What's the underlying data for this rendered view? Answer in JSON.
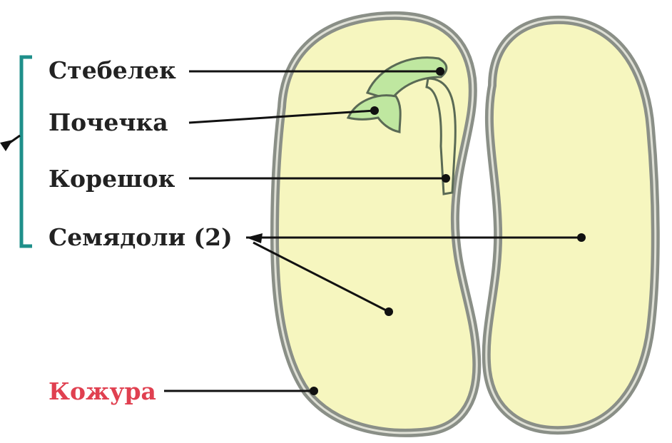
{
  "labels": {
    "stem": "Стебелек",
    "bud": "Почечка",
    "root": "Корешок",
    "cotyledons": "Семядоли (2)",
    "seed_coat": "Кожура"
  },
  "colors": {
    "cotyledon_fill": "#f6f6bf",
    "seed_coat_stroke": "#8a8f87",
    "embryo_fill": "#bfe7a0",
    "embryo_stroke": "#5a6a55",
    "bracket": "#1e8f8a",
    "label_text": "#222222",
    "seed_coat_label": "#e04050",
    "leader_line": "#111111"
  },
  "icons": {
    "bracket_arrow": "arrow-left-icon"
  }
}
